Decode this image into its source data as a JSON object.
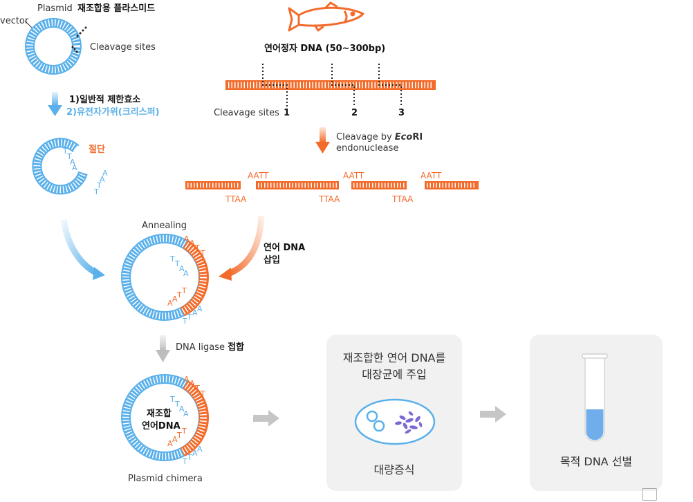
{
  "plasmid": {
    "label_prefix": "Plasmid",
    "label_main": "재조합용 플라스미드",
    "vector_label": "vector",
    "cleavage_label": "Cleavage sites"
  },
  "salmon": {
    "title": "연어정자 DNA (50~300bp)",
    "cleavage_label": "Cleavage sites",
    "site_1": "1",
    "site_2": "2",
    "site_3": "3"
  },
  "steps": {
    "method_1": "1)일반적 제한효소",
    "method_2": "2)유전자가위(크리스퍼)",
    "cut_label": "절단",
    "ecori_prefix": "Cleavage by ",
    "ecori_name": "Eco",
    "ecori_suffix": "RI",
    "ecori_line2": "endonuclease",
    "annealing": "Annealing",
    "insert_line1": "연어 DNA",
    "insert_line2": "삽입",
    "ligase_prefix": "DNA ligase ",
    "ligase_main": "접합",
    "chimera_line1": "재조합",
    "chimera_line2": "연어DNA",
    "chimera_label": "Plasmid chimera"
  },
  "sticky_ends": {
    "top": [
      "AATT",
      "AATT",
      "AATT"
    ],
    "bottom": [
      "TTAA",
      "TTAA",
      "TTAA"
    ],
    "base_a": "A",
    "base_t": "T"
  },
  "panels": {
    "ecoli_line1": "재조합한 연어 DNA를",
    "ecoli_line2": "대장균에 주입",
    "ecoli_caption": "대량증식",
    "target_caption": "목적 DNA 선별"
  },
  "colors": {
    "blue": "#5ab0ea",
    "orange": "#f36b2a",
    "purple": "#7b68d4",
    "gray_arrow": "#c6c6c6"
  }
}
